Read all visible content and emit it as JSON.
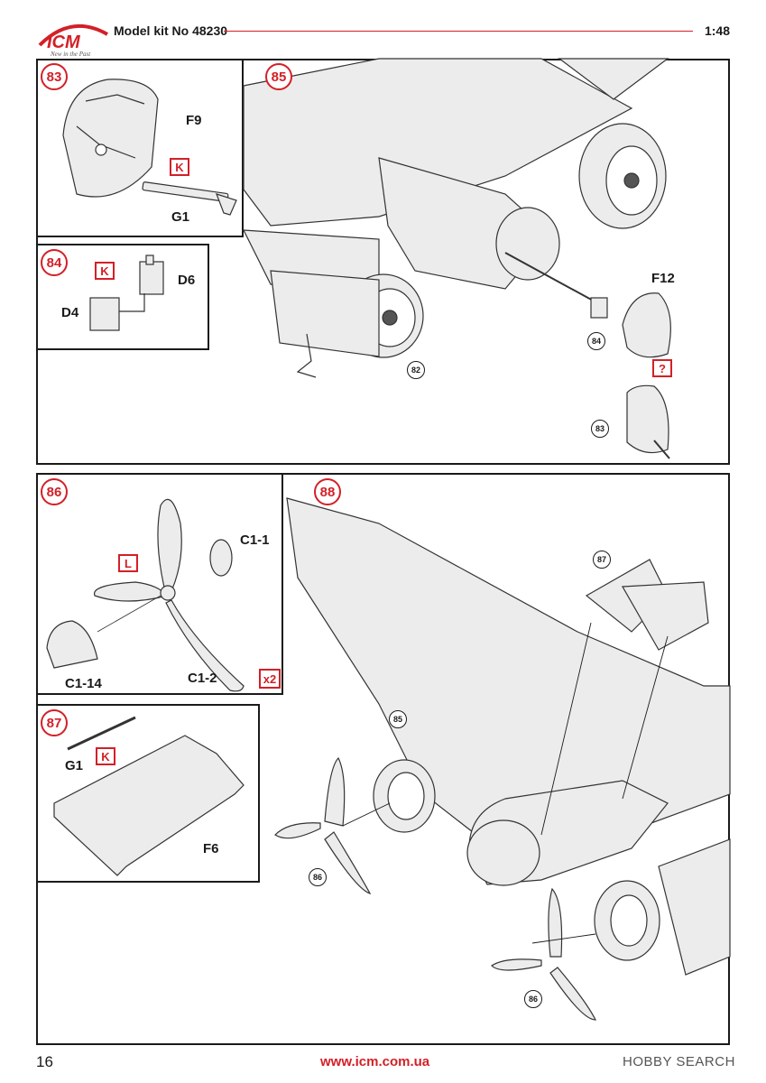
{
  "header": {
    "logo_text": "ICM",
    "logo_tagline": "New in the Past",
    "kit_label": "Model kit No 48230",
    "scale": "1:48"
  },
  "steps": {
    "s83": {
      "number": "83",
      "parts": {
        "f9": "F9",
        "g1": "G1"
      },
      "glue": "K"
    },
    "s84": {
      "number": "84",
      "parts": {
        "d6": "D6",
        "d4": "D4"
      },
      "glue": "K"
    },
    "s85": {
      "number": "85",
      "parts": {
        "f12": "F12"
      },
      "refs": [
        "84",
        "82",
        "83"
      ],
      "glue": "?"
    },
    "s86": {
      "number": "86",
      "parts": {
        "c11": "C1-1",
        "c114": "C1-14",
        "c12": "C1-2"
      },
      "glue": "L",
      "multiplier": "x2"
    },
    "s87": {
      "number": "87",
      "parts": {
        "g1": "G1",
        "f6": "F6"
      },
      "glue": "K"
    },
    "s88": {
      "number": "88",
      "refs": [
        "87",
        "85",
        "86",
        "86"
      ]
    }
  },
  "footer": {
    "page_number": "16",
    "website": "www.icm.com.ua",
    "watermark": "HOBBY SEARCH"
  }
}
